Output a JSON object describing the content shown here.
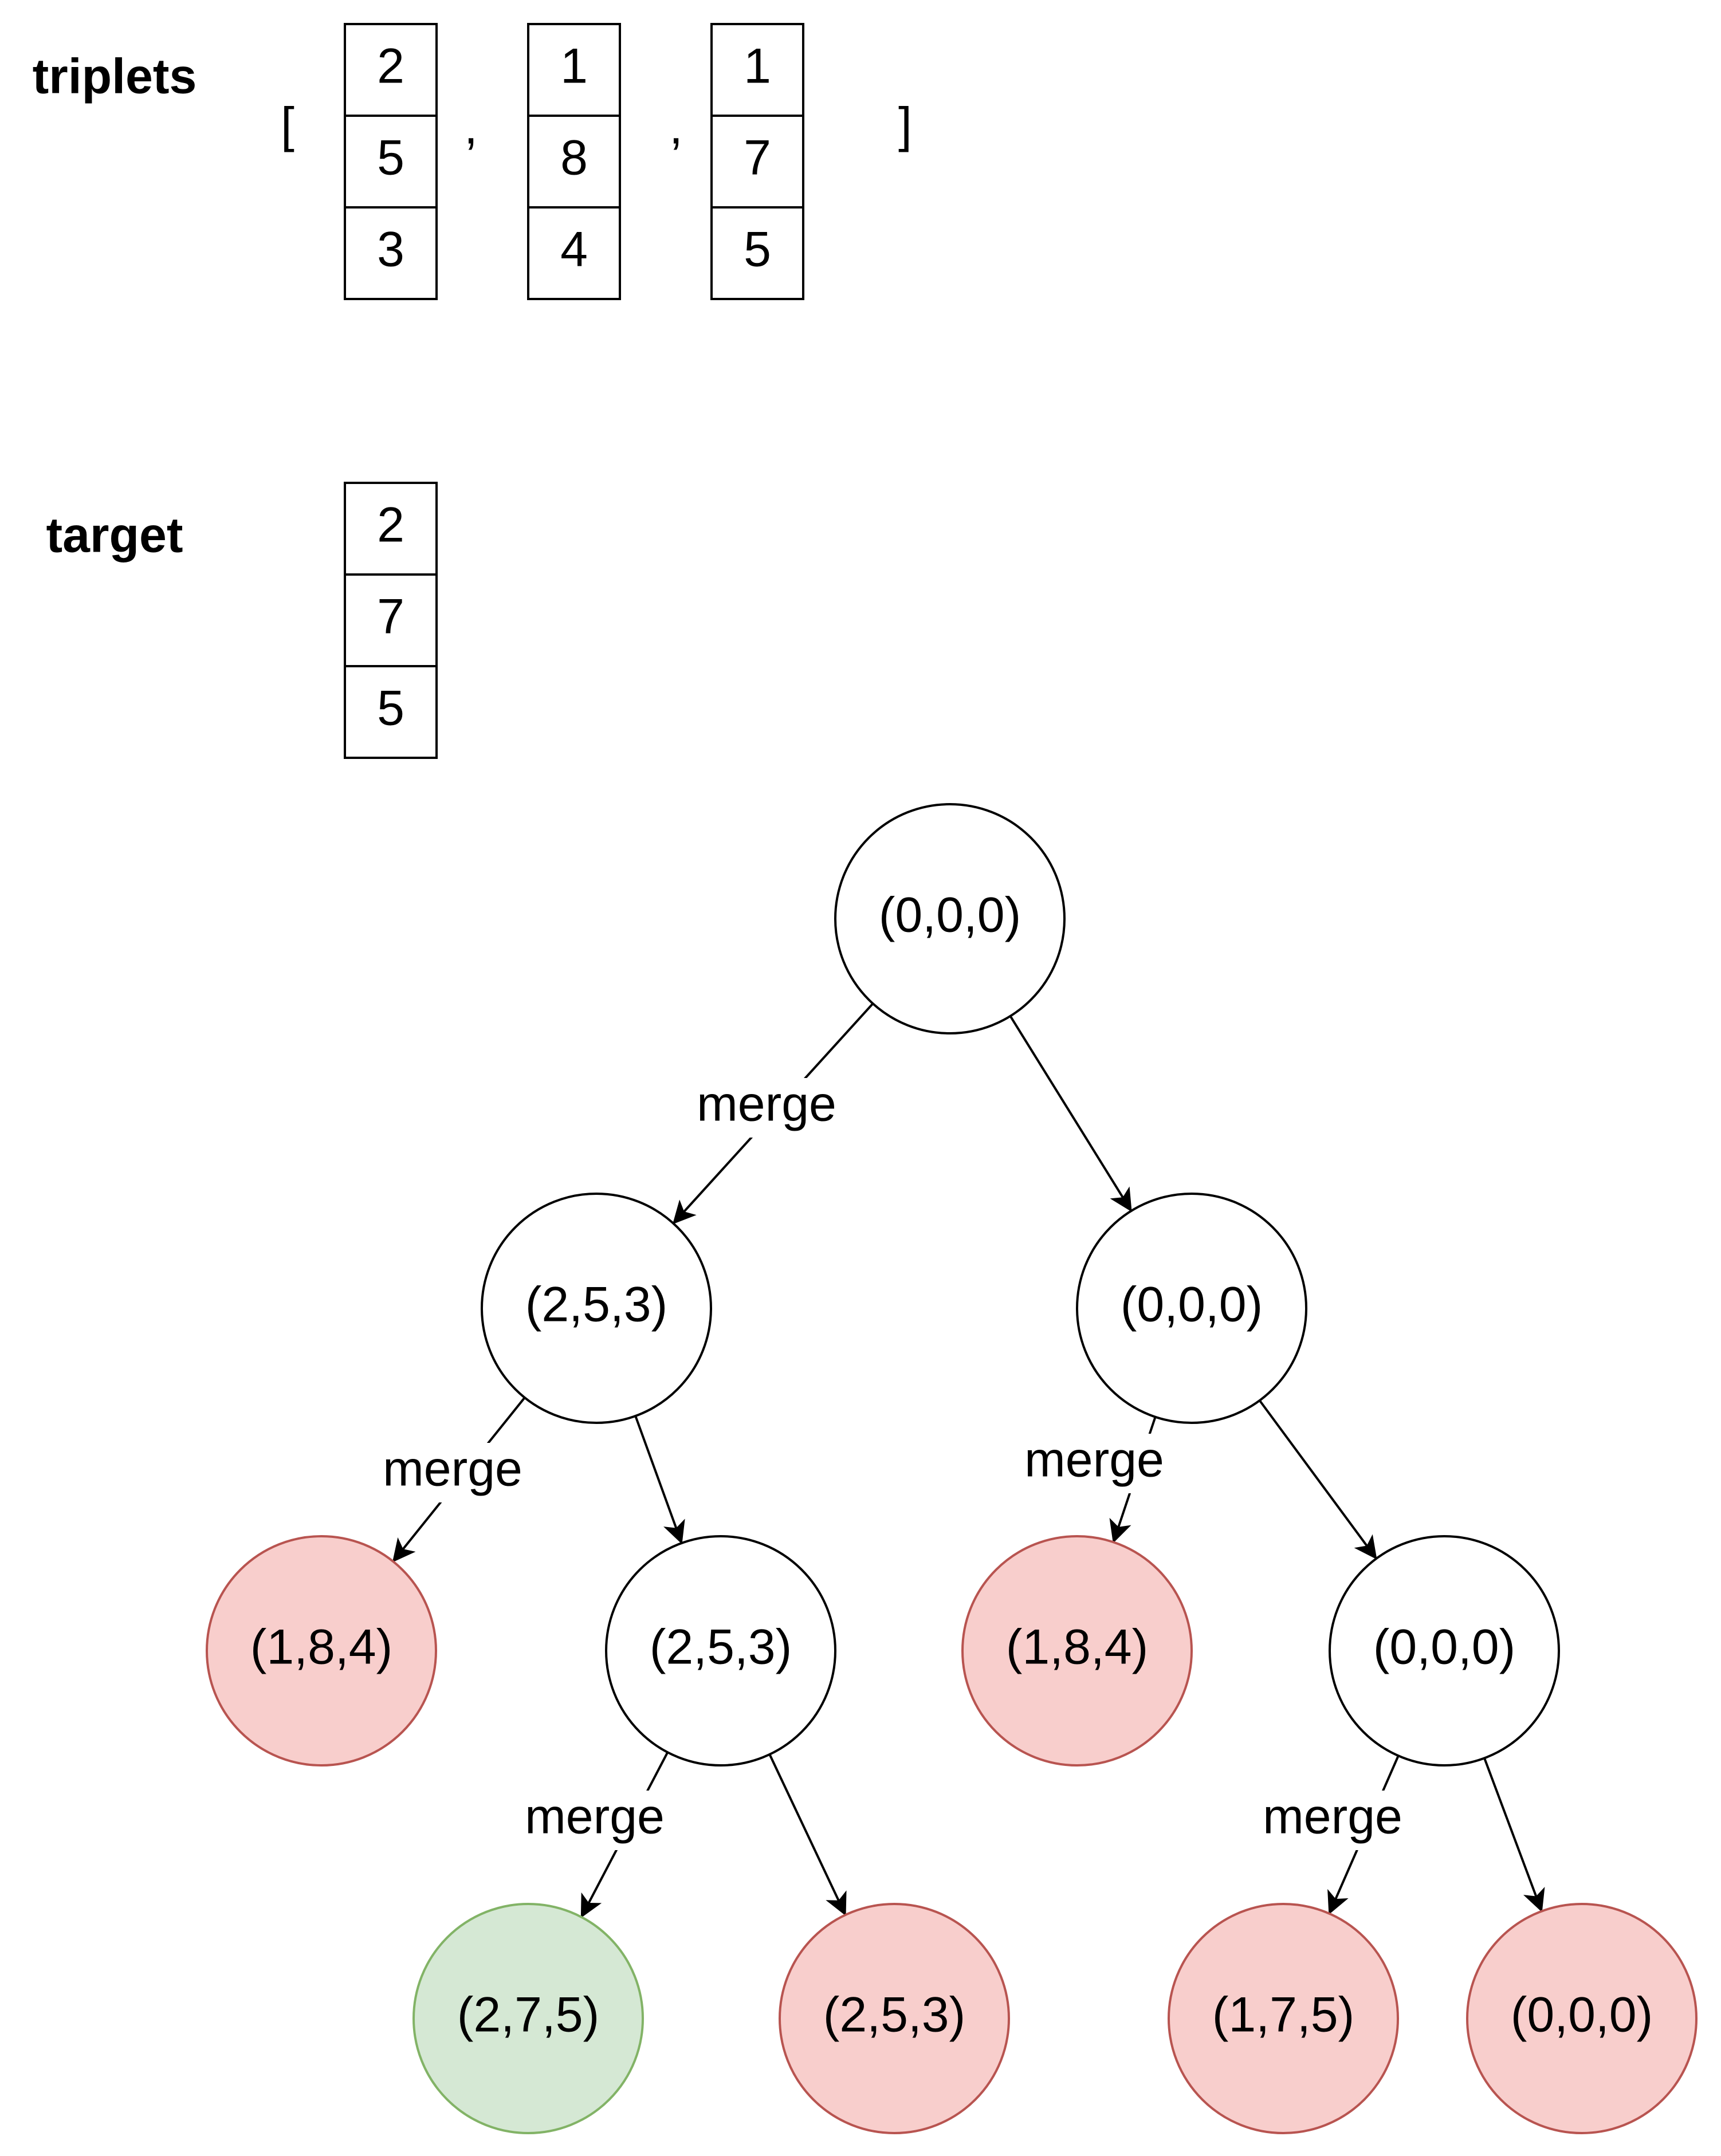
{
  "triplets_label": "triplets",
  "target_label": "target",
  "brackets": {
    "open": "[",
    "close": "]",
    "comma": ","
  },
  "triplets": [
    [
      "2",
      "5",
      "3"
    ],
    [
      "1",
      "8",
      "4"
    ],
    [
      "1",
      "7",
      "5"
    ]
  ],
  "target": [
    "2",
    "7",
    "5"
  ],
  "edge_label": "merge",
  "colors": {
    "node_white_fill": "#ffffff",
    "node_white_stroke": "#000000",
    "node_red_fill": "#f8cecc",
    "node_red_stroke": "#b85450",
    "node_green_fill": "#d5e8d4",
    "node_green_stroke": "#82b366"
  },
  "tree": {
    "nodes": [
      {
        "id": "root",
        "label": "(0,0,0)",
        "status": "white"
      },
      {
        "id": "l",
        "label": "(2,5,3)",
        "status": "white"
      },
      {
        "id": "r",
        "label": "(0,0,0)",
        "status": "white"
      },
      {
        "id": "ll",
        "label": "(1,8,4)",
        "status": "red"
      },
      {
        "id": "lr",
        "label": "(2,5,3)",
        "status": "white"
      },
      {
        "id": "rl",
        "label": "(1,8,4)",
        "status": "red"
      },
      {
        "id": "rr",
        "label": "(0,0,0)",
        "status": "white"
      },
      {
        "id": "lrl",
        "label": "(2,7,5)",
        "status": "green"
      },
      {
        "id": "lrr",
        "label": "(2,5,3)",
        "status": "red"
      },
      {
        "id": "rrl",
        "label": "(1,7,5)",
        "status": "red"
      },
      {
        "id": "rrr",
        "label": "(0,0,0)",
        "status": "red"
      }
    ],
    "edges": [
      {
        "from": "root",
        "to": "l",
        "merge": true
      },
      {
        "from": "root",
        "to": "r",
        "merge": false
      },
      {
        "from": "l",
        "to": "ll",
        "merge": true
      },
      {
        "from": "l",
        "to": "lr",
        "merge": false
      },
      {
        "from": "r",
        "to": "rl",
        "merge": true
      },
      {
        "from": "r",
        "to": "rr",
        "merge": false
      },
      {
        "from": "lr",
        "to": "lrl",
        "merge": true
      },
      {
        "from": "lr",
        "to": "lrr",
        "merge": false
      },
      {
        "from": "rr",
        "to": "rrl",
        "merge": true
      },
      {
        "from": "rr",
        "to": "rrr",
        "merge": false
      }
    ]
  }
}
